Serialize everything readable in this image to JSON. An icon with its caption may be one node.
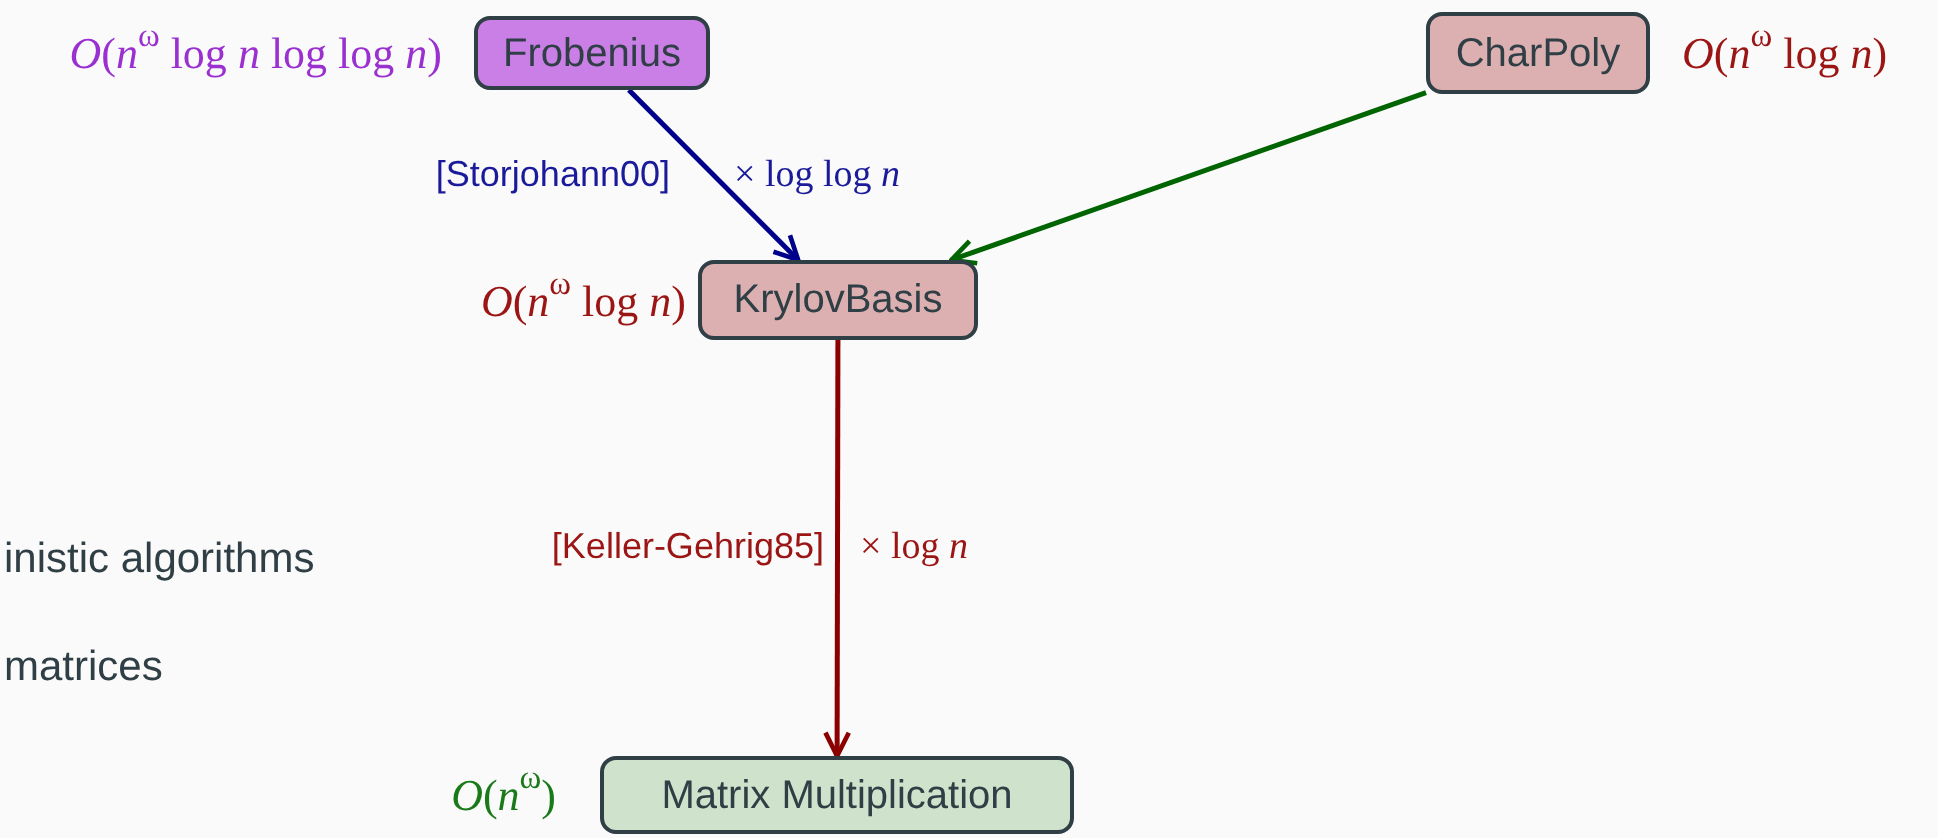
{
  "diagram": {
    "nodes": [
      {
        "text": [
          "Frobenius"
        ],
        "beside": [
          "*O*(*n*$^{ω}$ log *n* log log *n*)"
        ]
      },
      {
        "text": [
          "CharPoly"
        ],
        "beside": [
          "*O*(*n*$^{ω}$ log *n*)"
        ]
      },
      {
        "text": [
          "KrylovBasis"
        ],
        "beside": [
          "*O*(*n*$^{ω}$ log *n*)"
        ]
      },
      {
        "text": [
          "Matrix Multiplication"
        ],
        "beside": [
          "*O*(*n*$^{ω}$)"
        ]
      }
    ],
    "edges": [
      {
        "from": 0,
        "to": 2,
        "arrow": "to",
        "label": "[Storjohann00]",
        "color": "#00008b"
      },
      {
        "from": 1,
        "to": 2,
        "arrow": "to",
        "color": "#006400"
      },
      {
        "from": 2,
        "to": 3,
        "arrow": "to",
        "label": "[Keller-Gehrig85]",
        "color": "#8b0000"
      }
    ],
    "labels": [
      "× log log *n*",
      "inistic algorithms",
      "× log *n*",
      "matrices"
    ]
  }
}
